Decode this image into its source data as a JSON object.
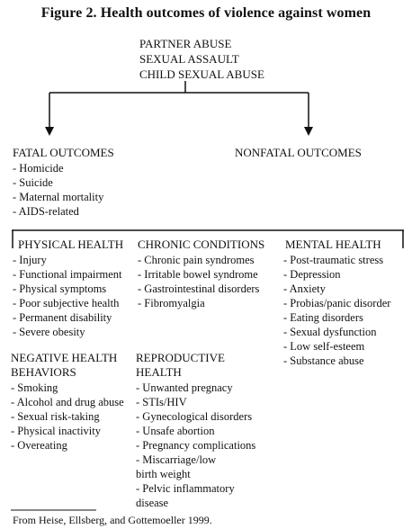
{
  "title": "Figure 2. Health outcomes of violence against women",
  "causes": [
    "PARTNER ABUSE",
    "SEXUAL ASSAULT",
    "CHILD SEXUAL ABUSE"
  ],
  "fatal": {
    "heading": "FATAL OUTCOMES",
    "items": [
      "- Homicide",
      "- Suicide",
      "- Maternal mortality",
      "- AIDS-related"
    ]
  },
  "nonfatal": {
    "heading": "NONFATAL OUTCOMES"
  },
  "physical": {
    "heading": "PHYSICAL HEALTH",
    "items": [
      "- Injury",
      "- Functional impairment",
      "- Physical symptoms",
      "- Poor subjective health",
      "- Permanent disability",
      "- Severe obesity"
    ]
  },
  "chronic": {
    "heading": "CHRONIC CONDITIONS",
    "items": [
      "- Chronic pain syndromes",
      "- Irritable bowel syndrome",
      "- Gastrointestinal disorders",
      "- Fibromyalgia"
    ]
  },
  "mental": {
    "heading": "MENTAL HEALTH",
    "items": [
      "- Post-traumatic stress",
      "- Depression",
      "- Anxiety",
      "- Probias/panic disorder",
      "- Eating disorders",
      "- Sexual dysfunction",
      "- Low self-esteem",
      "- Substance abuse"
    ]
  },
  "behaviors": {
    "heading1": "NEGATIVE HEALTH",
    "heading2": "BEHAVIORS",
    "items": [
      "- Smoking",
      "- Alcohol and drug abuse",
      "- Sexual risk-taking",
      "- Physical inactivity",
      "- Overeating"
    ]
  },
  "reproductive": {
    "heading1": "REPRODUCTIVE",
    "heading2": "HEALTH",
    "items": [
      "- Unwanted pregnacy",
      "- STIs/HIV",
      "- Gynecological disorders",
      "- Unsafe abortion",
      "- Pregnancy complications",
      "- Miscarriage/low",
      "birth weight",
      "- Pelvic inflammatory",
      "disease"
    ]
  },
  "source": "From Heise, Ellsberg, and Gottemoeller 1999."
}
